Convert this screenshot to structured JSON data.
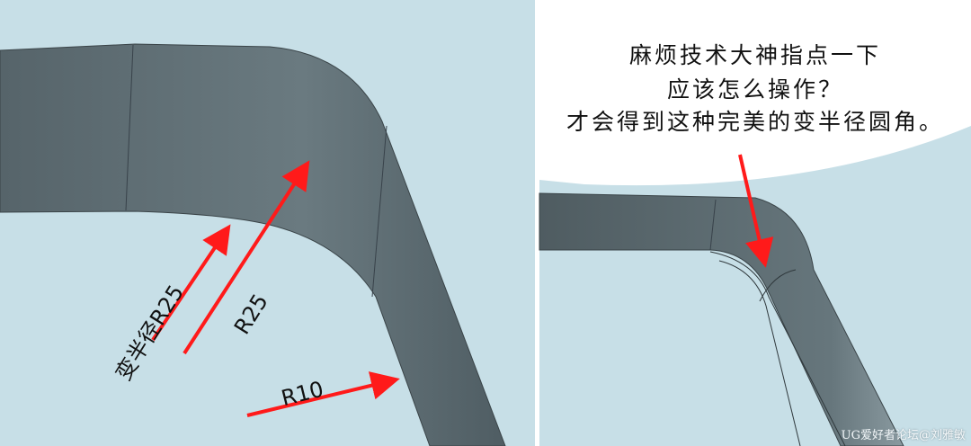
{
  "left_panel": {
    "labels": {
      "variable_radius": "变半径R25",
      "r25": "R25",
      "r10": "R10"
    }
  },
  "right_panel": {
    "question_lines": [
      "麻烦技术大神指点一下",
      "应该怎么操作？",
      "才会得到这种完美的变半径圆角。"
    ]
  },
  "watermark": "UG爱好者论坛@刘雅敏",
  "colors": {
    "background": "#c7dfe7",
    "solid": "#5f6e74",
    "arrow": "#ff1a1a"
  }
}
